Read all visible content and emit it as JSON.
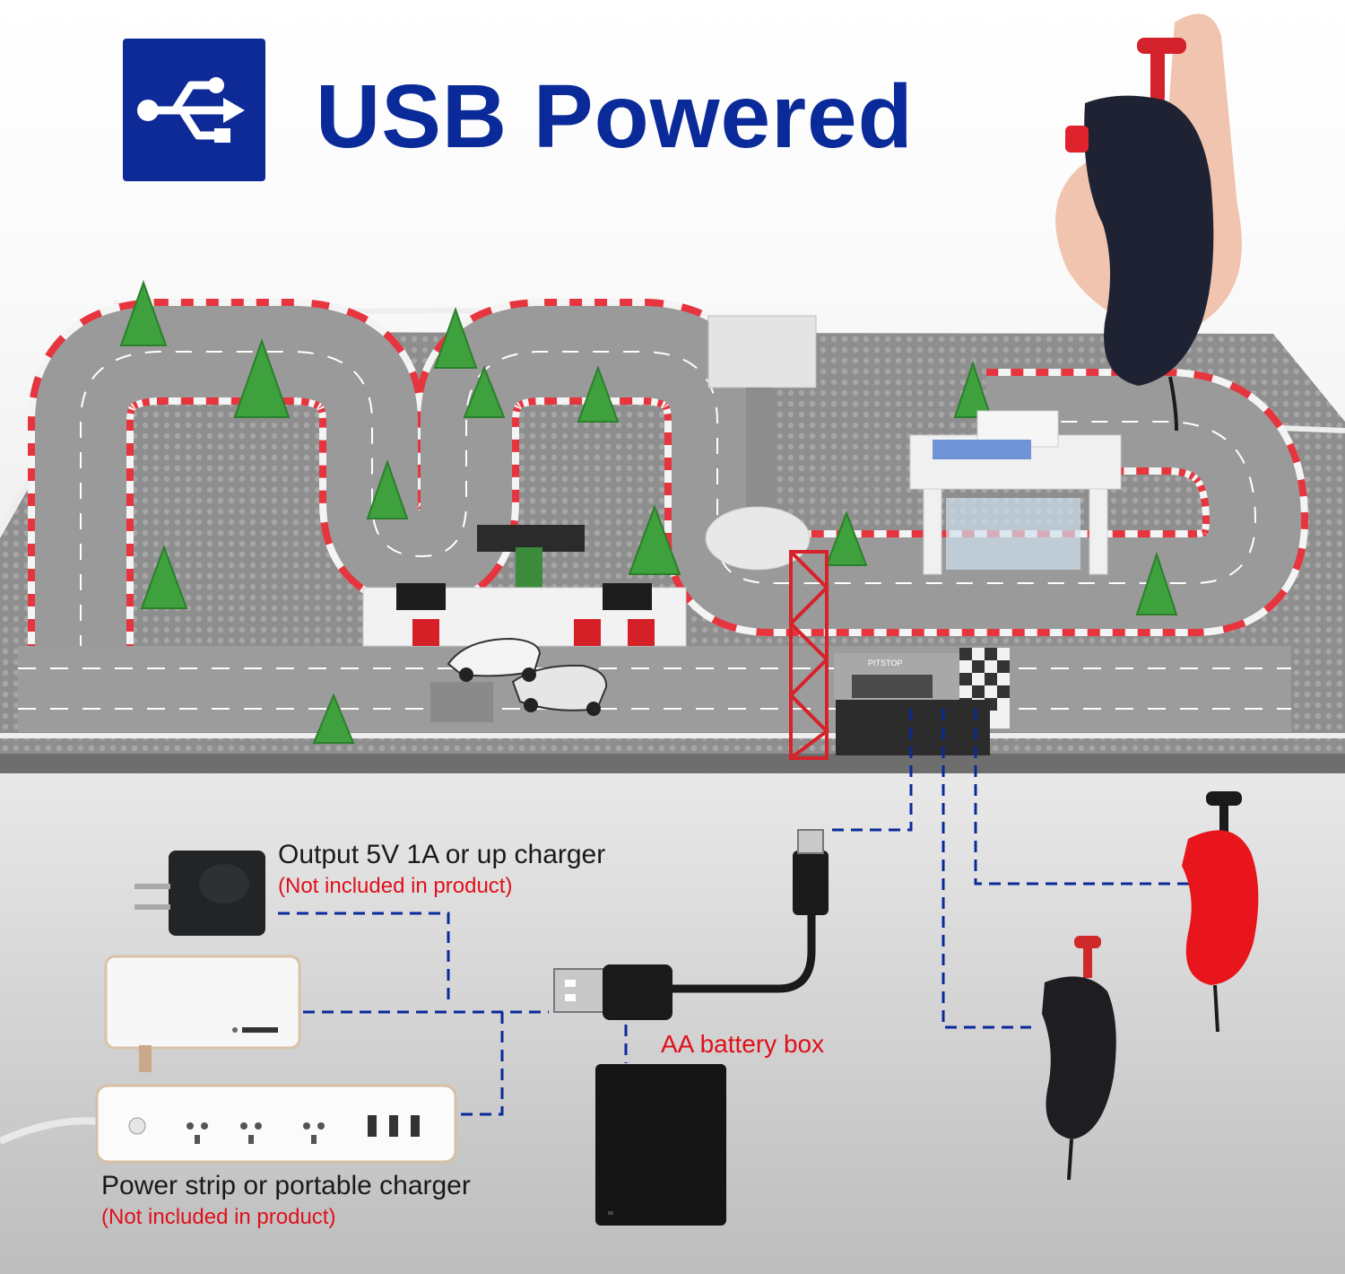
{
  "header": {
    "title": "USB Powered",
    "icon": "usb-icon",
    "icon_bg_color": "#0d2a96",
    "title_color": "#0a2a9a"
  },
  "track": {
    "pitstop_label": "PITSTOP"
  },
  "labels": {
    "charger": "Output 5V 1A or up charger",
    "charger_note": "(Not included in product)",
    "power_strip": "Power strip or portable charger",
    "power_strip_note": "(Not included in product)",
    "battery_box": "AA battery box"
  },
  "colors": {
    "connector_line": "#0a2a9a",
    "note_text": "#e0101b",
    "controller_red": "#e8161c",
    "controller_black": "#1e1e22"
  }
}
